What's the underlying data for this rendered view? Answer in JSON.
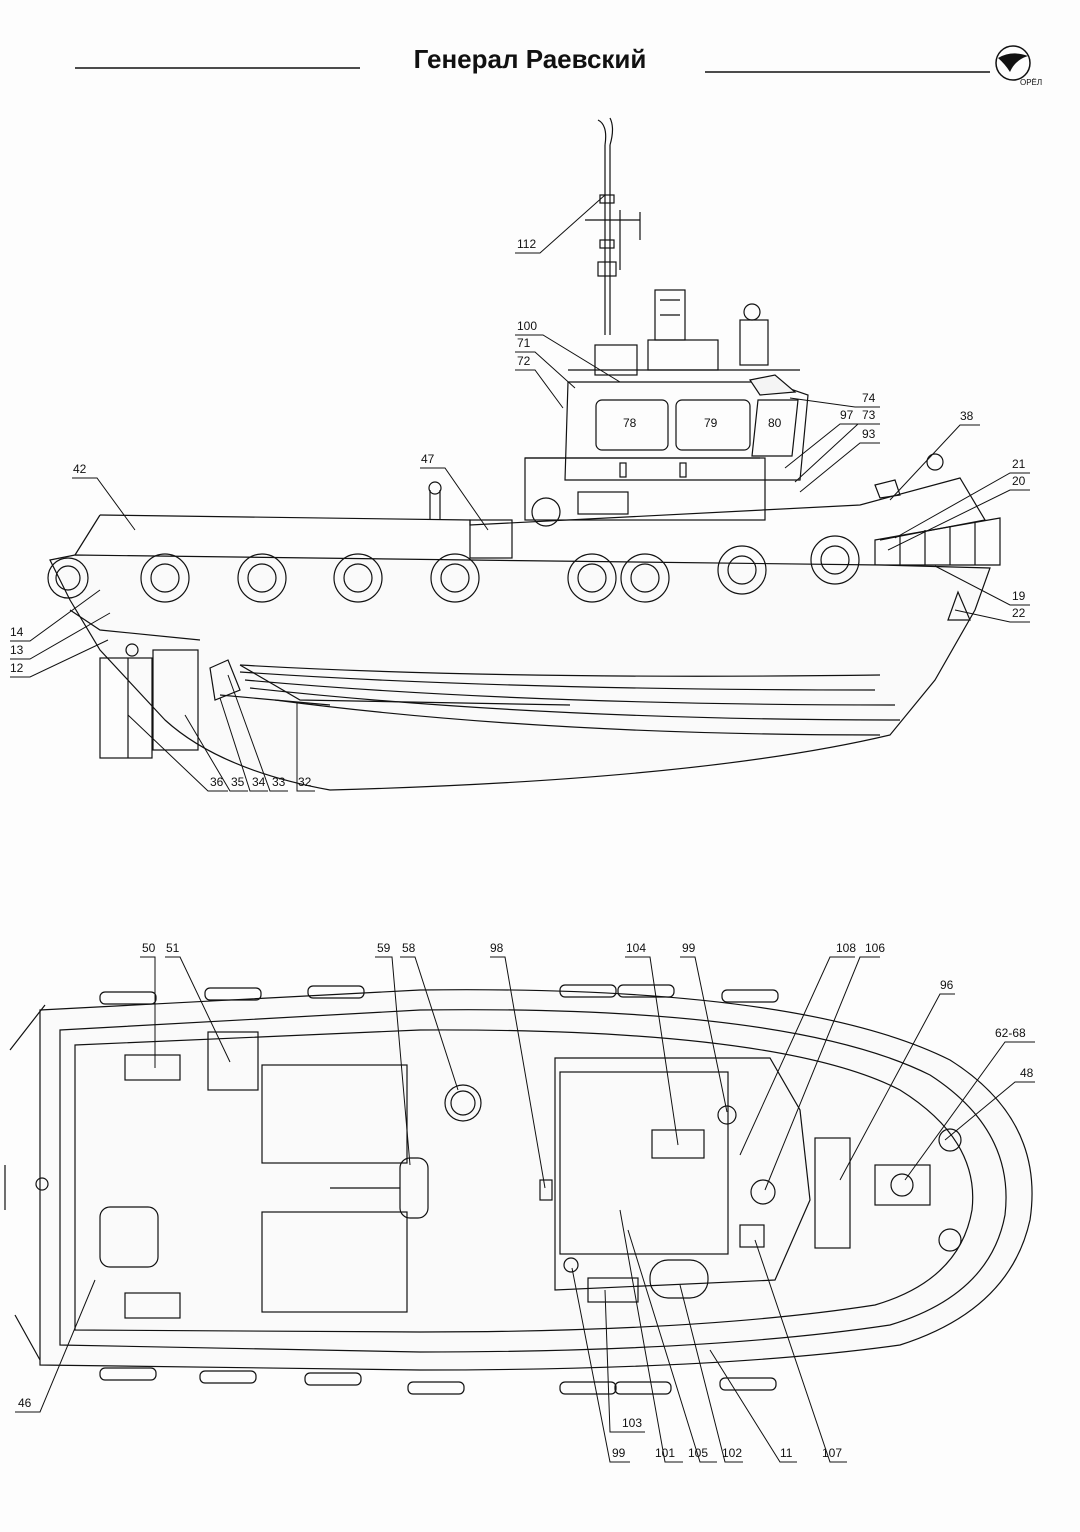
{
  "header": {
    "title": "Генерал Раевский",
    "logo_text": "ОРЁЛ"
  },
  "side_view": {
    "cabin_windows": [
      "78",
      "79",
      "80"
    ],
    "callouts": [
      "112",
      "100",
      "71",
      "72",
      "74",
      "97",
      "73",
      "93",
      "38",
      "21",
      "20",
      "19",
      "22",
      "47",
      "42",
      "14",
      "13",
      "12",
      "36",
      "35",
      "34",
      "33",
      "32"
    ]
  },
  "top_view": {
    "callouts": [
      "50",
      "51",
      "59",
      "58",
      "98",
      "104",
      "99",
      "108",
      "106",
      "96",
      "62-68",
      "48",
      "46",
      "103",
      "99",
      "101",
      "105",
      "102",
      "11",
      "107"
    ]
  },
  "colors": {
    "line": "#111111",
    "background": "#fdfdfd",
    "hull_fill": "#f4f4f4"
  }
}
